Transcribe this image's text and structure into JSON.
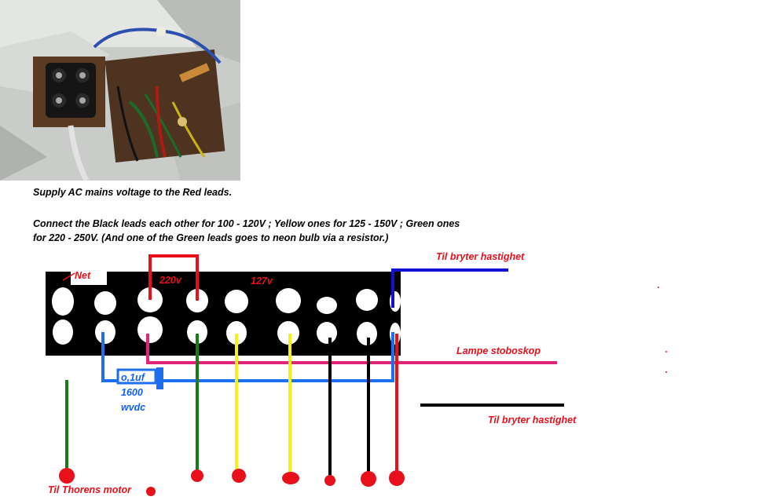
{
  "instructions": {
    "line1": "Supply AC mains voltage to the Red leads.",
    "line2": "Connect the Black leads each other for 100 - 120V ; Yellow ones for 125 - 150V ; Green ones",
    "line3": "for 220 - 250V. (And one of the Green leads goes to neon bulb via a resistor.)"
  },
  "terminal_labels": {
    "net": "Net",
    "v220": "220v",
    "v127": "127v"
  },
  "capacitor": {
    "line1": "o,1uf",
    "line2": "1600",
    "line3": "wvdc"
  },
  "annotations": {
    "speed_switch_top": "Til bryter hastighet",
    "strobe_lamp": "Lampe stoboskop",
    "speed_switch_bottom": "Til bryter hastighet",
    "motor": "Til Thorens motor"
  },
  "colors": {
    "red": "#e8101a",
    "green": "#1a7a1a",
    "yellow": "#f5f01a",
    "blue": "#1e6ff0",
    "dark_blue": "#1010d0",
    "magenta": "#e0247a",
    "black": "#000000"
  }
}
